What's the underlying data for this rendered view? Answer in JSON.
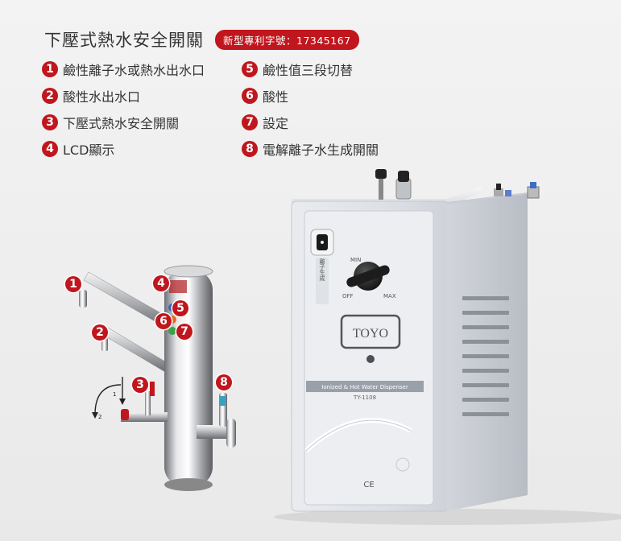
{
  "header": {
    "title": "下壓式熱水安全開關",
    "patent_badge": "新型專利字號：17345167"
  },
  "features": [
    {
      "num": "1",
      "label": "鹼性離子水或熱水出水口"
    },
    {
      "num": "2",
      "label": "酸性水出水口"
    },
    {
      "num": "3",
      "label": "下壓式熱水安全開關"
    },
    {
      "num": "4",
      "label": "LCD顯示"
    },
    {
      "num": "5",
      "label": "鹼性值三段切替"
    },
    {
      "num": "6",
      "label": "酸性"
    },
    {
      "num": "7",
      "label": "設定"
    },
    {
      "num": "8",
      "label": "電解離子水生成開關"
    }
  ],
  "faucet_callouts": [
    "1",
    "2",
    "3",
    "4",
    "5",
    "6",
    "7",
    "8"
  ],
  "lever_arrow_labels": [
    "1",
    "2"
  ],
  "machine": {
    "brand": "TOYO",
    "product_line": "Ionized & Hot Water Dispenser",
    "model": "TY-1108",
    "knob_min": "MIN",
    "knob_max": "MAX",
    "knob_off": "OFF",
    "side_label": "離子生成",
    "ce_mark": "CE"
  },
  "colors": {
    "accent_red": "#c0161d",
    "background": "#efefef",
    "machine_panel": "#dfe2e7"
  }
}
